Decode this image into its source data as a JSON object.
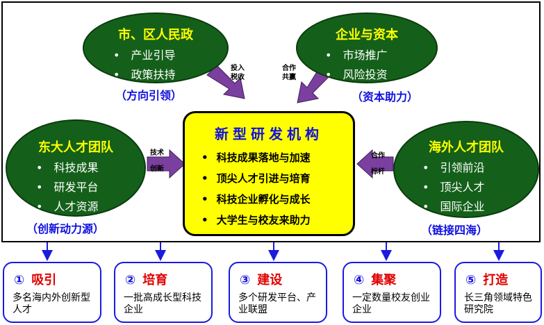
{
  "ellipses": {
    "gov": {
      "title": "市、区人民政",
      "items": [
        "产业引导",
        "政策扶持"
      ],
      "caption": "（方向引领）"
    },
    "capital": {
      "title": "企业与资本",
      "items": [
        "市场推广",
        "风险投资"
      ],
      "caption": "（资本助力）"
    },
    "seu": {
      "title": "东大人才团队",
      "items": [
        "科技成果",
        "研发平台",
        "人才资源"
      ],
      "caption": "（创新动力源）"
    },
    "overseas": {
      "title": "海外人才团队",
      "items": [
        "引领前沿",
        "顶尖人才",
        "国际企业"
      ],
      "caption": "（链接四海）"
    }
  },
  "center": {
    "title": "新型研发机构",
    "items": [
      "科技成果落地与加速",
      "顶尖人才引进与培育",
      "科技企业孵化与成长",
      "大学生与校友来助力"
    ]
  },
  "arrow_labels": {
    "gov": [
      "投入",
      "税收"
    ],
    "capital": [
      "合作",
      "共赢"
    ],
    "seu": [
      "技术",
      "创新"
    ],
    "overseas": [
      "合作",
      "标杆"
    ]
  },
  "outcomes": [
    {
      "num": "①",
      "word": "吸引",
      "desc": "多名海内外创新型人才"
    },
    {
      "num": "②",
      "word": "培育",
      "desc": "一批高成长型科技企业"
    },
    {
      "num": "③",
      "word": "建设",
      "desc": "多个研发平台、产业联盟"
    },
    {
      "num": "④",
      "word": "集聚",
      "desc": "一定数量校友创业企业"
    },
    {
      "num": "⑤",
      "word": "打造",
      "desc": "长三角领域特色研究院"
    }
  ],
  "colors": {
    "ellipse": "#14601a",
    "ellipse_title": "#ffff00",
    "center_bg": "#ffff00",
    "arrow": "#7b3fa0",
    "caption": "#1010e0",
    "outcome_word": "#e00000"
  }
}
